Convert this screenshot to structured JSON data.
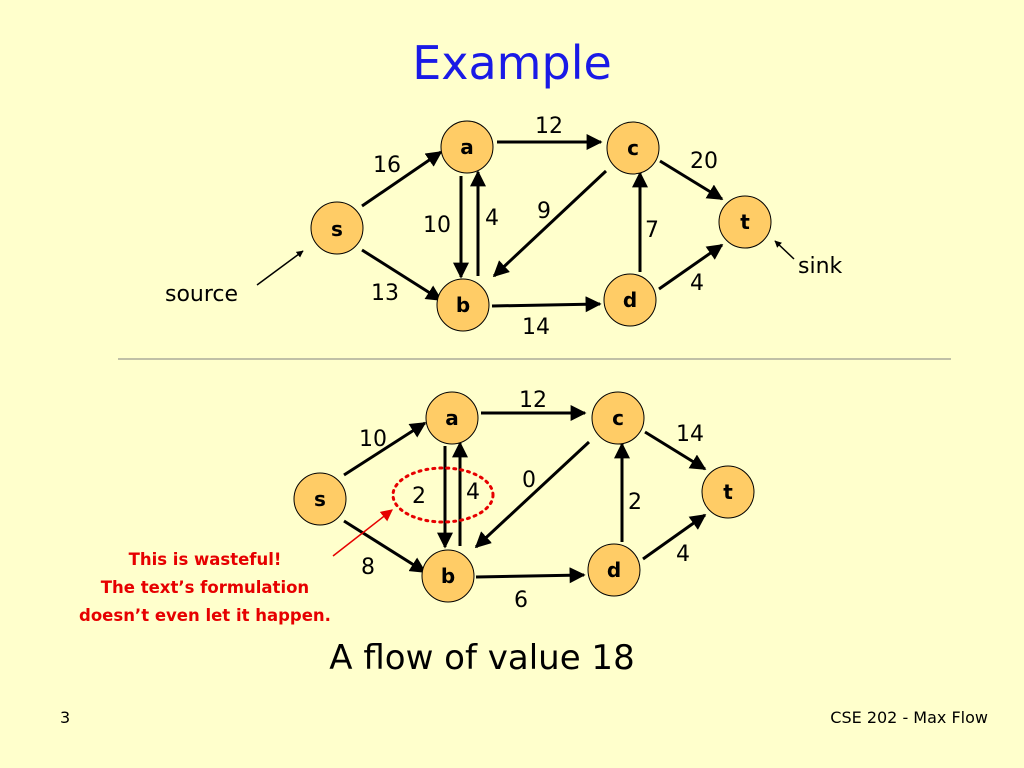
{
  "slide": {
    "title": "Example",
    "page_number": "3",
    "footer": "CSE 202 - Max Flow",
    "caption": "A flow of value 18",
    "callout": {
      "line1": "This is wasteful!",
      "line2": "The text’s formulation",
      "line3": "doesn’t even let it happen."
    },
    "annotations": {
      "source": "source",
      "sink": "sink"
    }
  },
  "colors": {
    "background": "#ffffcc",
    "title": "#1a1ae6",
    "node_fill": "#ffcc66",
    "callout": "#e60000"
  },
  "capacity_graph": {
    "nodes": {
      "s": "s",
      "a": "a",
      "b": "b",
      "c": "c",
      "d": "d",
      "t": "t"
    },
    "edges": [
      {
        "from": "s",
        "to": "a",
        "label": "16"
      },
      {
        "from": "s",
        "to": "b",
        "label": "13"
      },
      {
        "from": "a",
        "to": "b",
        "label": "10"
      },
      {
        "from": "b",
        "to": "a",
        "label": "4"
      },
      {
        "from": "a",
        "to": "c",
        "label": "12"
      },
      {
        "from": "c",
        "to": "b",
        "label": "9"
      },
      {
        "from": "b",
        "to": "d",
        "label": "14"
      },
      {
        "from": "d",
        "to": "c",
        "label": "7"
      },
      {
        "from": "c",
        "to": "t",
        "label": "20"
      },
      {
        "from": "d",
        "to": "t",
        "label": "4"
      }
    ]
  },
  "flow_graph": {
    "nodes": {
      "s": "s",
      "a": "a",
      "b": "b",
      "c": "c",
      "d": "d",
      "t": "t"
    },
    "edges": [
      {
        "from": "s",
        "to": "a",
        "label": "10"
      },
      {
        "from": "s",
        "to": "b",
        "label": "8"
      },
      {
        "from": "a",
        "to": "b",
        "label": "2"
      },
      {
        "from": "b",
        "to": "a",
        "label": "4"
      },
      {
        "from": "a",
        "to": "c",
        "label": "12"
      },
      {
        "from": "c",
        "to": "b",
        "label": "0"
      },
      {
        "from": "b",
        "to": "d",
        "label": "6"
      },
      {
        "from": "d",
        "to": "c",
        "label": "2"
      },
      {
        "from": "c",
        "to": "t",
        "label": "14"
      },
      {
        "from": "d",
        "to": "t",
        "label": "4"
      }
    ]
  }
}
